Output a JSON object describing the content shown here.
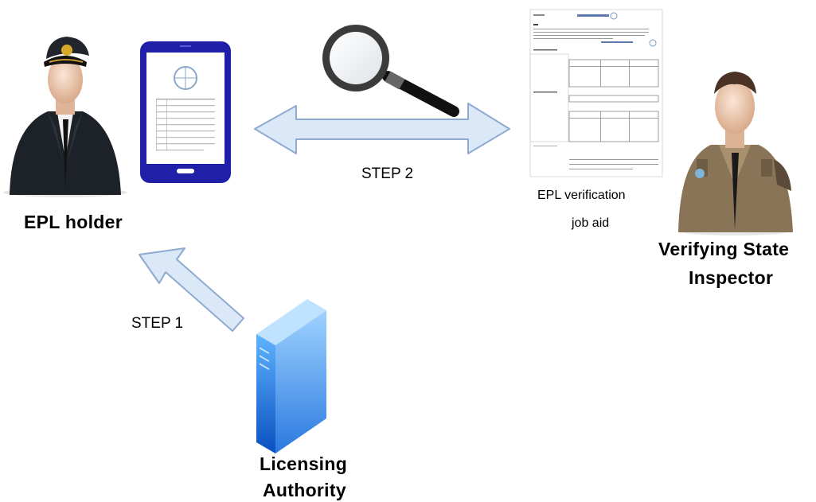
{
  "labels": {
    "epl_holder": "EPL holder",
    "step2": "STEP 2",
    "step1": "STEP 1",
    "job_aid_line1": "EPL verification",
    "job_aid_line2": "job aid",
    "inspector_line1": "Verifying State",
    "inspector_line2": "Inspector",
    "authority_line1": "Licensing",
    "authority_line2": "Authority"
  },
  "colors": {
    "arrow_fill": "#dbe8f7",
    "arrow_stroke": "#8faad0",
    "phone_body": "#1f1fa8",
    "server_blue": "#1e7fe0",
    "pilot_suit": "#1d2128",
    "inspector_uniform": "#8a7457"
  },
  "icons": [
    "pilot-icon",
    "smartphone-icon",
    "magnifier-icon",
    "document-icon",
    "inspector-icon",
    "server-icon"
  ]
}
